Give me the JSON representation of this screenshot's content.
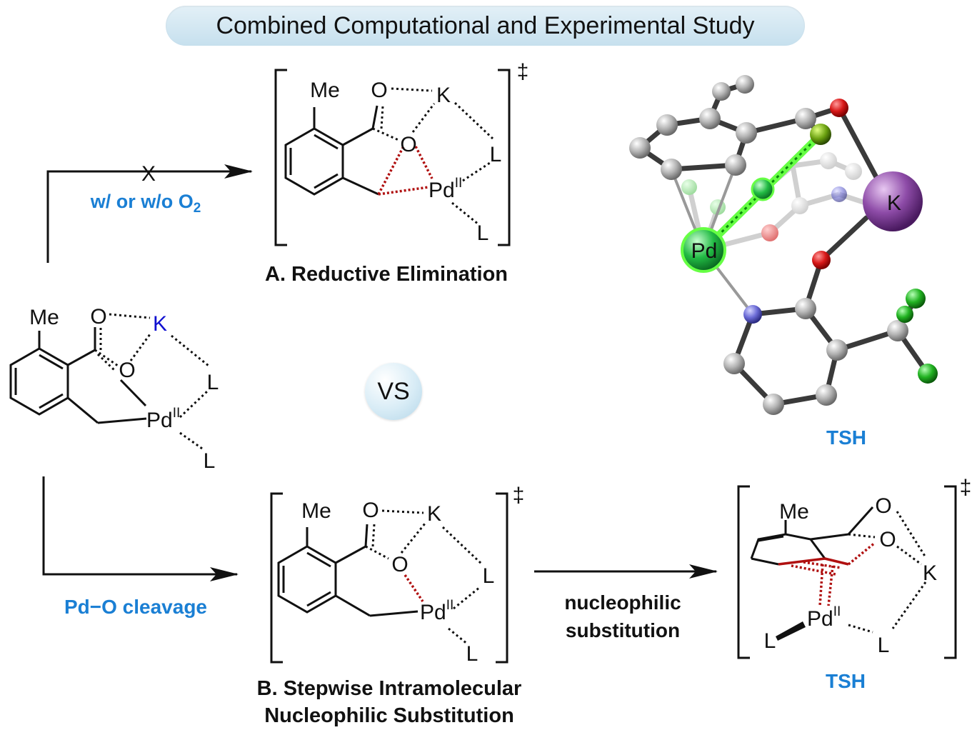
{
  "title": "Combined Computational and Experimental Study",
  "vs": "VS",
  "path_a": {
    "blocked_mark": "X",
    "condition_prefix": "w/ or w/o O",
    "condition_sub": "2",
    "label": "A. Reductive Elimination"
  },
  "path_b": {
    "condition": "Pd−O cleavage",
    "label_line1": "B. Stepwise Intramolecular",
    "label_line2": "Nucleophilic Substitution",
    "step_line1": "nucleophilic",
    "step_line2": "substitution"
  },
  "atoms": {
    "me": "Me",
    "o": "O",
    "k": "K",
    "l": "L",
    "pd": "Pd",
    "pd_ox": "II",
    "dagger": "‡"
  },
  "model_3d": {
    "pd_label": "Pd",
    "k_label": "K",
    "caption": "TSH"
  },
  "ts_right": {
    "caption": "TSH"
  },
  "colors": {
    "accent_blue": "#1a7fd4",
    "k_blue": "#1010d0",
    "dash_red": "#b01010",
    "carbon": "#a8a8a8",
    "oxygen": "#d81818",
    "nitrogen": "#6b6bd6",
    "fluorine": "#22b322",
    "potassium": "#8e4ca8",
    "palladium": "#22bb44"
  }
}
